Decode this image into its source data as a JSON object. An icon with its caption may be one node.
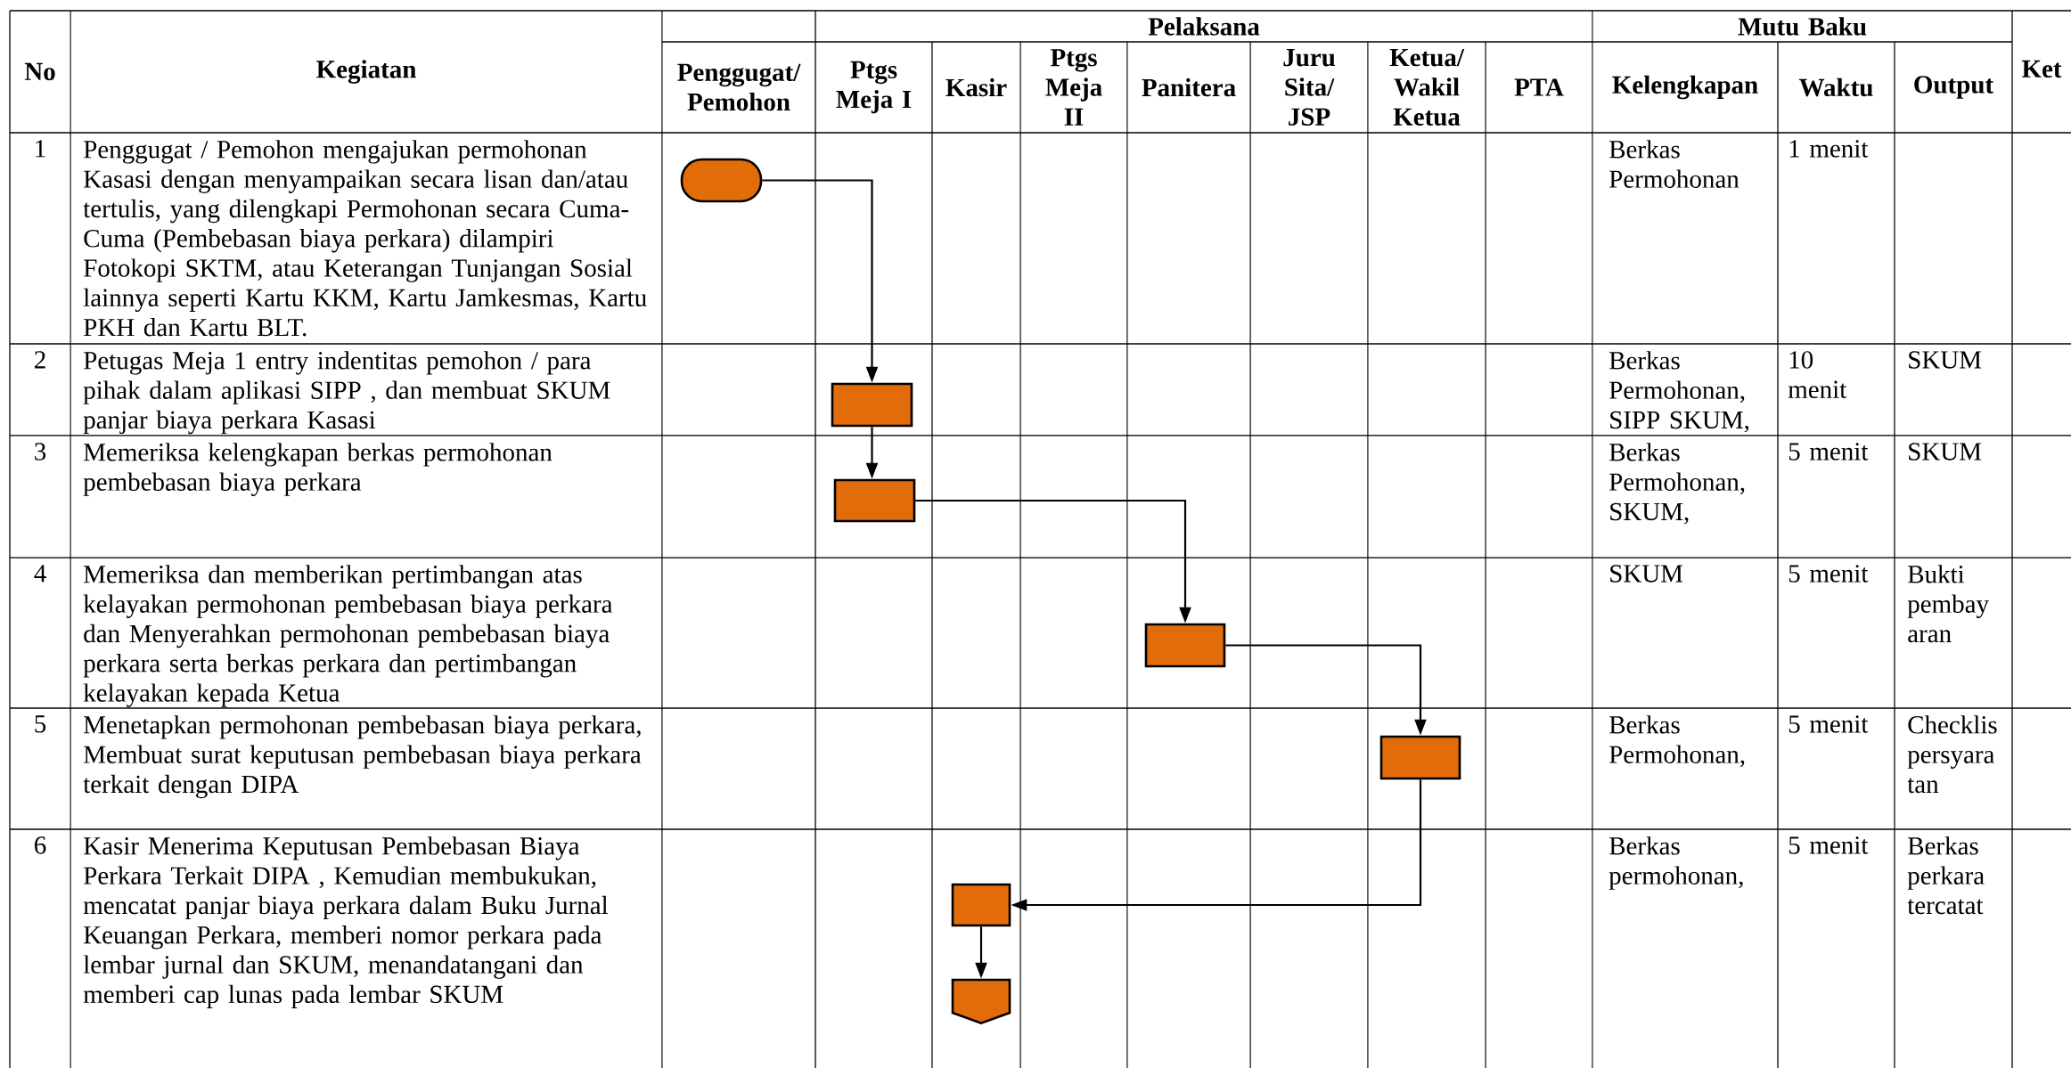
{
  "diagram": {
    "nodes": [
      {
        "text": [],
        "shape": "terminator"
      },
      {
        "text": [],
        "shape": "box"
      },
      {
        "text": [],
        "shape": "box"
      },
      {
        "text": [],
        "shape": "box"
      },
      {
        "text": [],
        "shape": "box"
      },
      {
        "text": [],
        "shape": "box"
      },
      {
        "text": [],
        "shape": "pentagon"
      }
    ],
    "edges": [
      {
        "from": 0,
        "to": 1,
        "arrow": "to"
      },
      {
        "from": 1,
        "to": 2,
        "arrow": "to"
      },
      {
        "from": 2,
        "to": 3,
        "arrow": "to"
      },
      {
        "from": 3,
        "to": 4,
        "arrow": "to"
      },
      {
        "from": 4,
        "to": 5,
        "arrow": "to"
      },
      {
        "from": 5,
        "to": 6,
        "arrow": "to"
      }
    ],
    "labels": [
      "No",
      "Kegiatan",
      "Pelaksana",
      "Mutu Baku",
      "Ket",
      "Penggugat/ Pemohon",
      "Ptgs Meja I",
      "Kasir",
      "Ptgs Meja II",
      "Panitera",
      "Juru Sita/ JSP",
      "Ketua/ Wakil Ketua",
      "PTA",
      "Kelengkapan",
      "Waktu",
      "Output",
      "1",
      "Penggugat / Pemohon mengajukan permohonan Kasasi dengan menyampaikan secara lisan dan/atau tertulis, yang dilengkapi Permohonan secara Cuma-Cuma (Pembebasan biaya perkara) dilampiri Fotokopi SKTM, atau Keterangan Tunjangan Sosial lainnya seperti Kartu KKM, Kartu Jamkesmas, Kartu PKH dan Kartu BLT.",
      "Berkas Permohonan",
      "1 menit",
      "2",
      "Petugas Meja 1 entry indentitas pemohon / para pihak dalam aplikasi SIPP , dan membuat SKUM panjar biaya perkara Kasasi",
      "Berkas Permohonan, SIPP SKUM,",
      "10 menit",
      "SKUM",
      "3",
      "Memeriksa kelengkapan berkas permohonan pembebasan biaya perkara",
      "Berkas Permohonan, SKUM,",
      "5 menit",
      "SKUM",
      "4",
      "Memeriksa dan memberikan pertimbangan atas kelayakan permohonan pembebasan biaya perkara dan Menyerahkan permohonan pembebasan biaya perkara serta berkas perkara dan pertimbangan kelayakan kepada Ketua",
      "SKUM",
      "5 menit",
      "Bukti pembay aran",
      "5",
      "Menetapkan permohonan pembebasan biaya perkara, Membuat surat keputusan pembebasan biaya perkara terkait dengan DIPA",
      "Berkas Permohonan,",
      "5 menit",
      "Checklis persyara tan",
      "6",
      "Kasir Menerima Keputusan Pembebasan Biaya Perkara Terkait DIPA , Kemudian membukukan, mencatat panjar biaya perkara dalam Buku Jurnal Keuangan Perkara, memberi nomor perkara pada lembar jurnal dan SKUM, menandatangani dan memberi cap lunas pada lembar SKUM",
      "Berkas permohonan,",
      "5 menit",
      "Berkas perkara tercatat"
    ]
  }
}
